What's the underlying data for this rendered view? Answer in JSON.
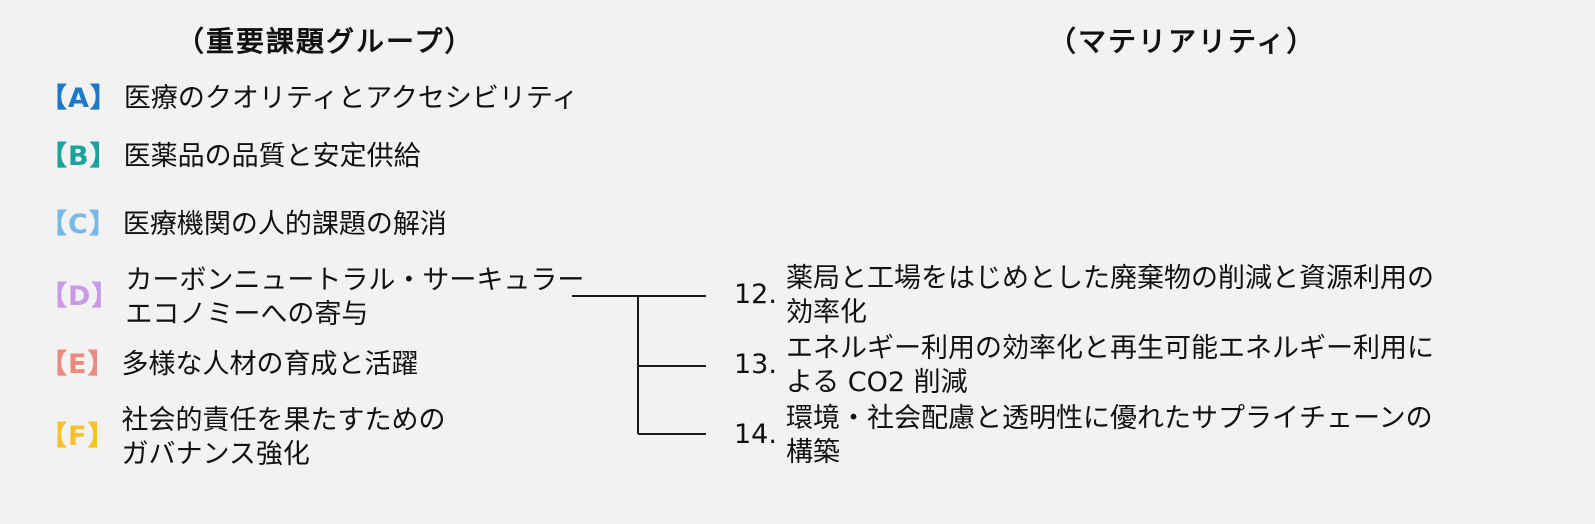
{
  "headings": {
    "left": "（重要課題グループ）",
    "right": "（マテリアリティ）"
  },
  "groups": [
    {
      "badge": "【A】",
      "color": "#1e78c8",
      "lines": [
        "医療のクオリティとアクセシビリティ"
      ]
    },
    {
      "badge": "【B】",
      "color": "#1aa49a",
      "lines": [
        "医薬品の品質と安定供給"
      ]
    },
    {
      "badge": "【C】",
      "color": "#79b9e6",
      "lines": [
        "医療機関の人的課題の解消"
      ]
    },
    {
      "badge": "【D】",
      "color": "#c99ae6",
      "lines": [
        "カーボンニュートラル・サーキュラー",
        "エコノミーへの寄与"
      ]
    },
    {
      "badge": "【E】",
      "color": "#ec8a80",
      "lines": [
        "多様な人材の育成と活躍"
      ]
    },
    {
      "badge": "【F】",
      "color": "#f6c12a",
      "lines": [
        "社会的責任を果たすための",
        "ガバナンス強化"
      ]
    }
  ],
  "materialities": [
    {
      "number": "12.",
      "lines": [
        "薬局と工場をはじめとした廃棄物の削減と資源利用の",
        "効率化"
      ]
    },
    {
      "number": "13.",
      "lines": [
        "エネルギー利用の効率化と再生可能エネルギー利用に",
        "よる CO2 削減"
      ]
    },
    {
      "number": "14.",
      "lines": [
        "環境・社会配慮と透明性に優れたサプライチェーンの",
        "構築"
      ]
    }
  ],
  "connector": {
    "color": "#1a1a1a",
    "from_group": "D",
    "to_materialities": [
      "12.",
      "13.",
      "14."
    ]
  }
}
